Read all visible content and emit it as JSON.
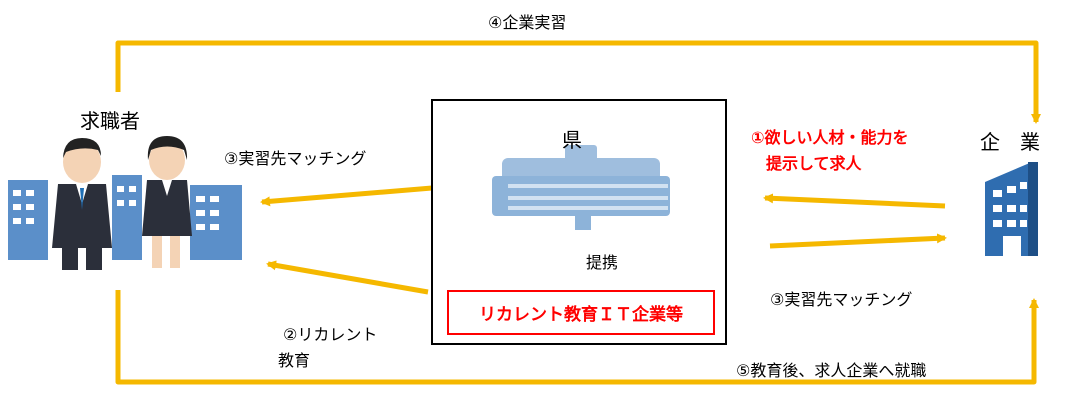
{
  "labels": {
    "corporate_internship": "④企業実習",
    "job_seekers": "求職者",
    "prefecture": "県",
    "company": "企　業",
    "requirements_line1": "①欲しい人材・能力を",
    "requirements_line2": "提示して求人",
    "matching_left": "③実習先マッチング",
    "matching_right": "③実習先マッチング",
    "partnership": "提携",
    "partner": "リカレント教育ＩＴ企業等",
    "recurrent_line1": "②リカレント",
    "recurrent_line2": "教育",
    "employment": "⑤教育後、求人企業へ就職"
  },
  "icons": {
    "job_seekers": "worried-job-seekers-illustration",
    "prefecture": "prefectural-office-building-illustration",
    "company": "office-building-icon"
  },
  "colors": {
    "arrow": "#f5b800",
    "highlight": "#ff0000",
    "building_blue": "#2f6db0"
  }
}
